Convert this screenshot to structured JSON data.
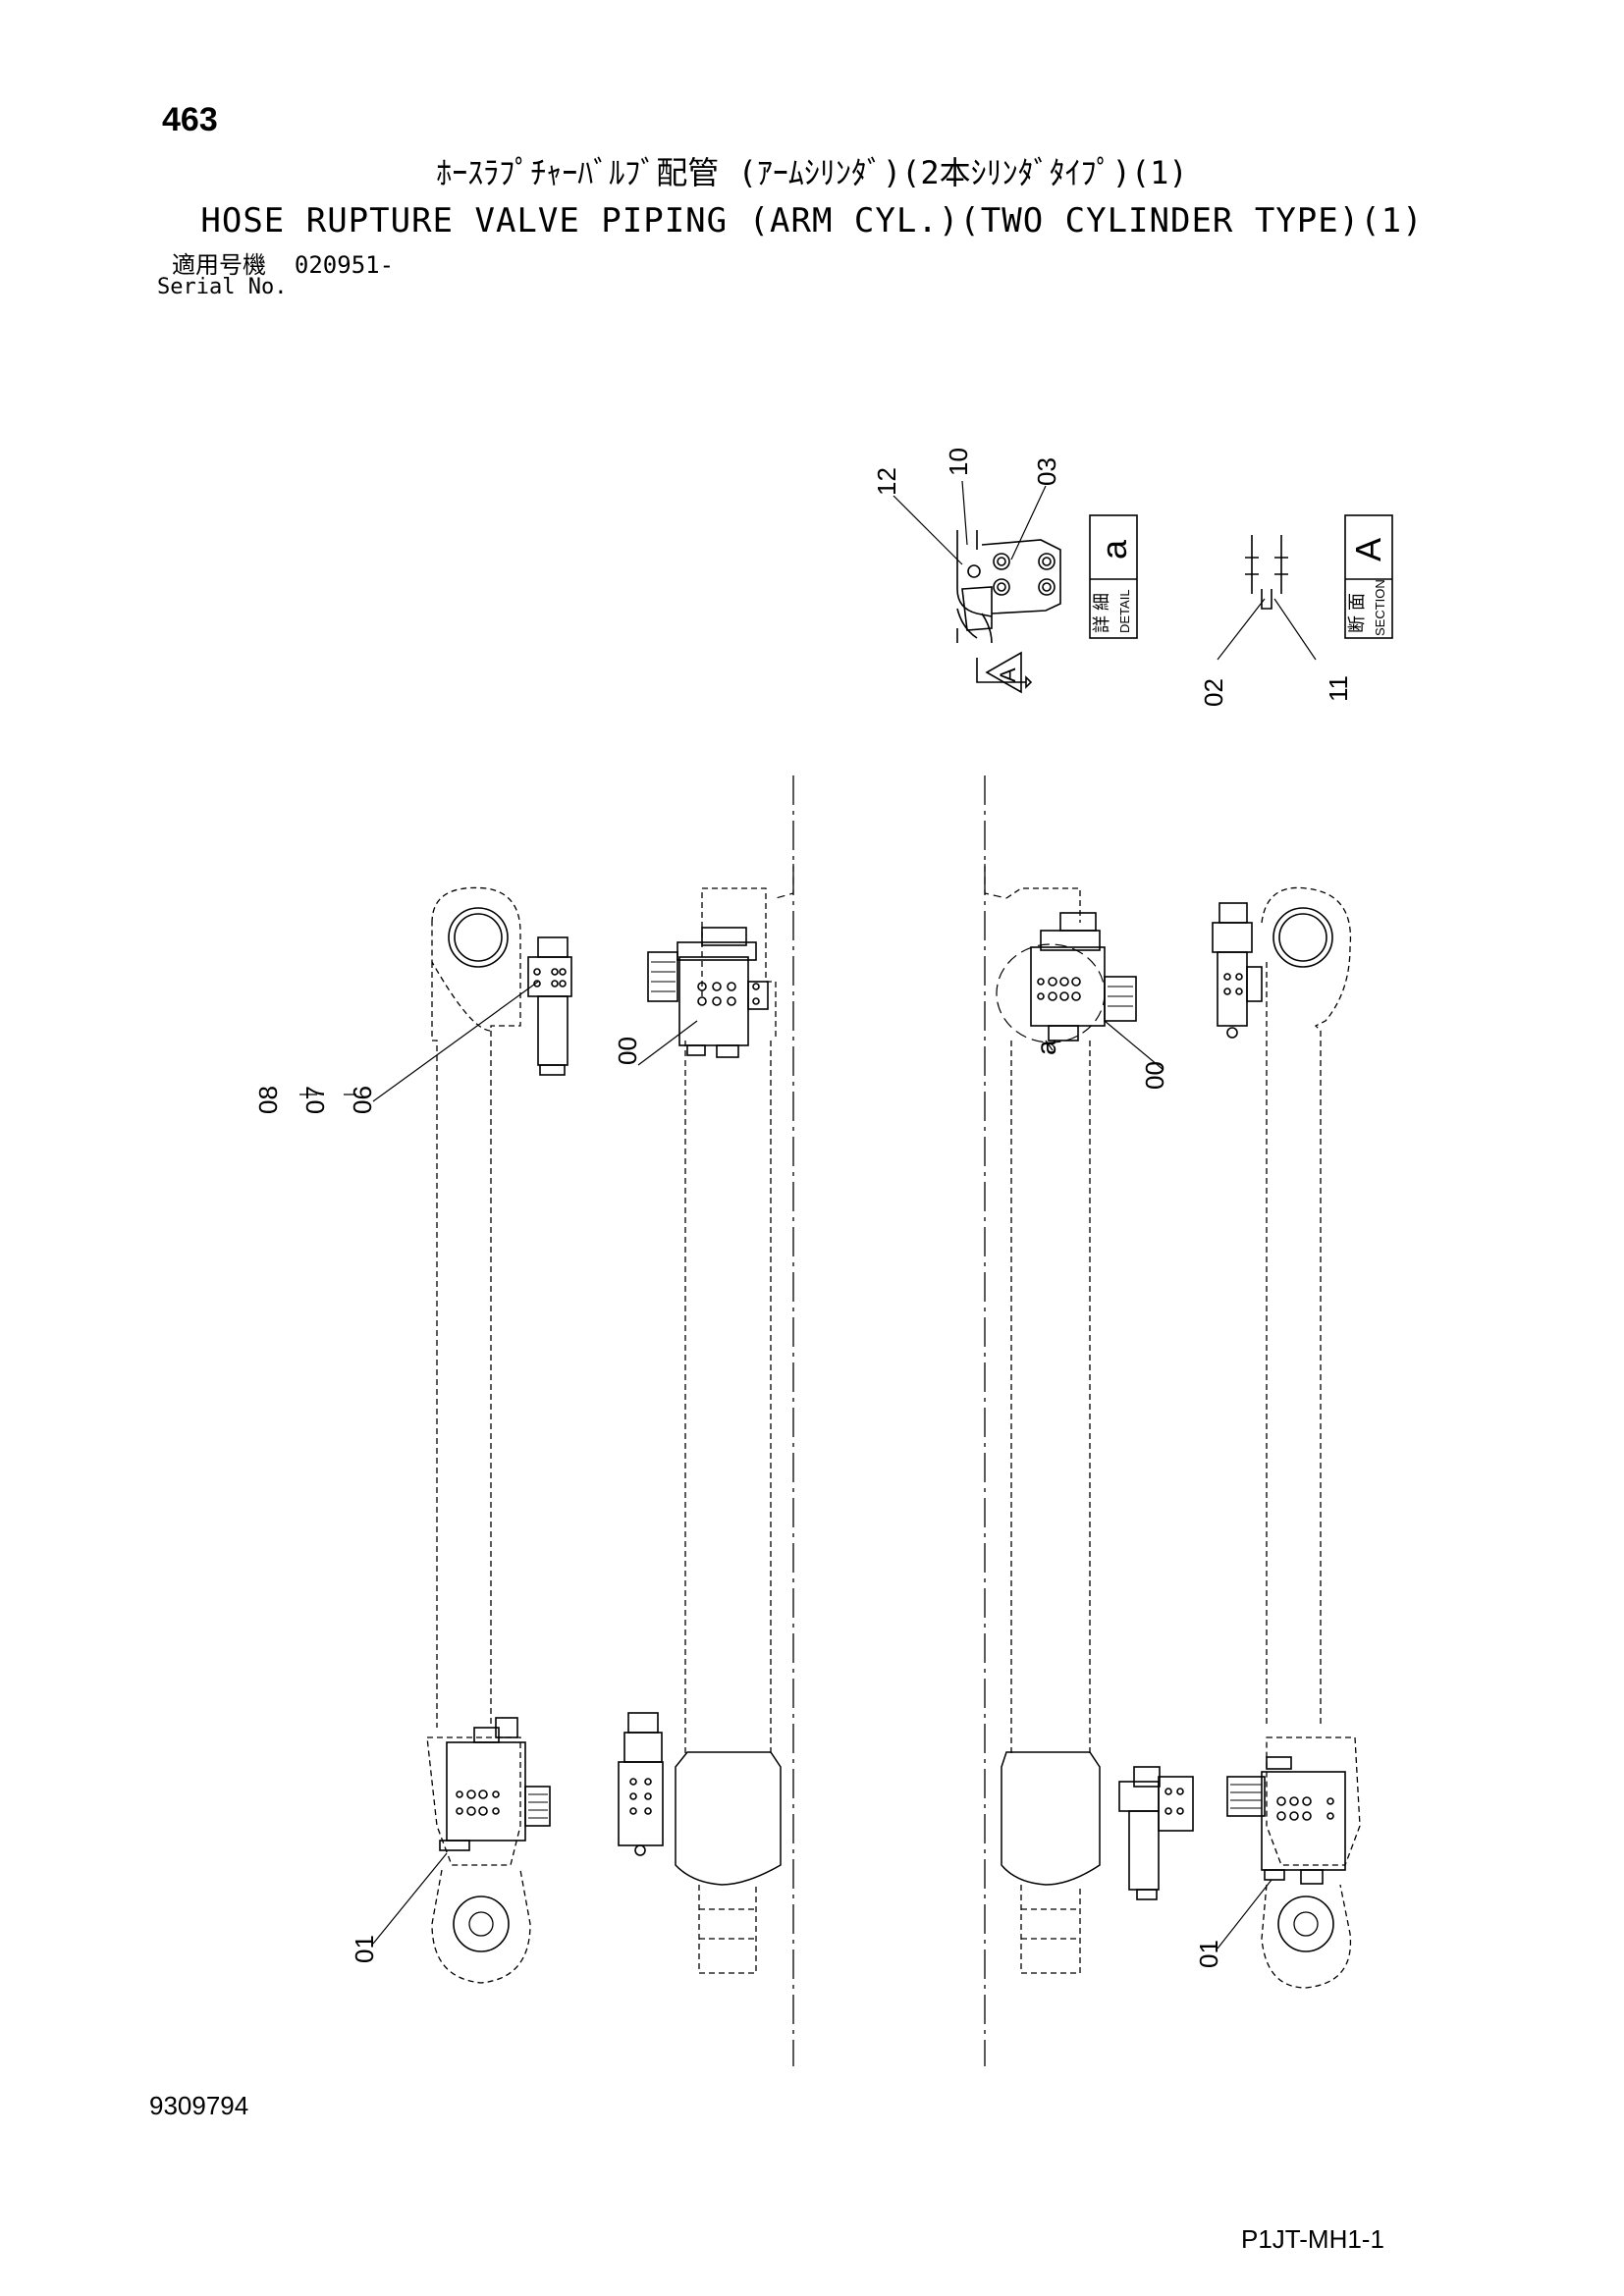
{
  "header": {
    "page_number": "463",
    "title_jp": "ﾎｰｽﾗﾌﾟﾁｬｰﾊﾞﾙﾌﾞ配管 (ｱｰﾑｼﾘﾝﾀﾞ)(2本ｼﾘﾝﾀﾞﾀｲﾌﾟ)(1)",
    "title_en": "HOSE RUPTURE VALVE PIPING (ARM CYL.)(TWO CYLINDER TYPE)(1)",
    "serial_label_jp": "適用号機",
    "serial_value": "020951-",
    "serial_label_en": "Serial No."
  },
  "footer": {
    "document_number": "9309794",
    "drawing_code": "P1JT-MH1-1"
  },
  "detail_a": {
    "box_letter": "a",
    "label_jp_1": "詳",
    "label_jp_2": "細",
    "label_en": "DETAIL",
    "callouts": [
      "12",
      "10",
      "03"
    ],
    "view_arrow_letter": "A"
  },
  "section_a": {
    "box_letter": "A",
    "label_jp_1": "断",
    "label_jp_2": "面",
    "label_en": "SECTION",
    "callouts": [
      "02",
      "11"
    ]
  },
  "callouts": {
    "left_top_group": [
      "08",
      "07",
      "06"
    ],
    "left_top_block": "00",
    "right_top_block": "00",
    "right_top_detail_ref": "a",
    "left_bottom": "01",
    "right_bottom": "01"
  }
}
